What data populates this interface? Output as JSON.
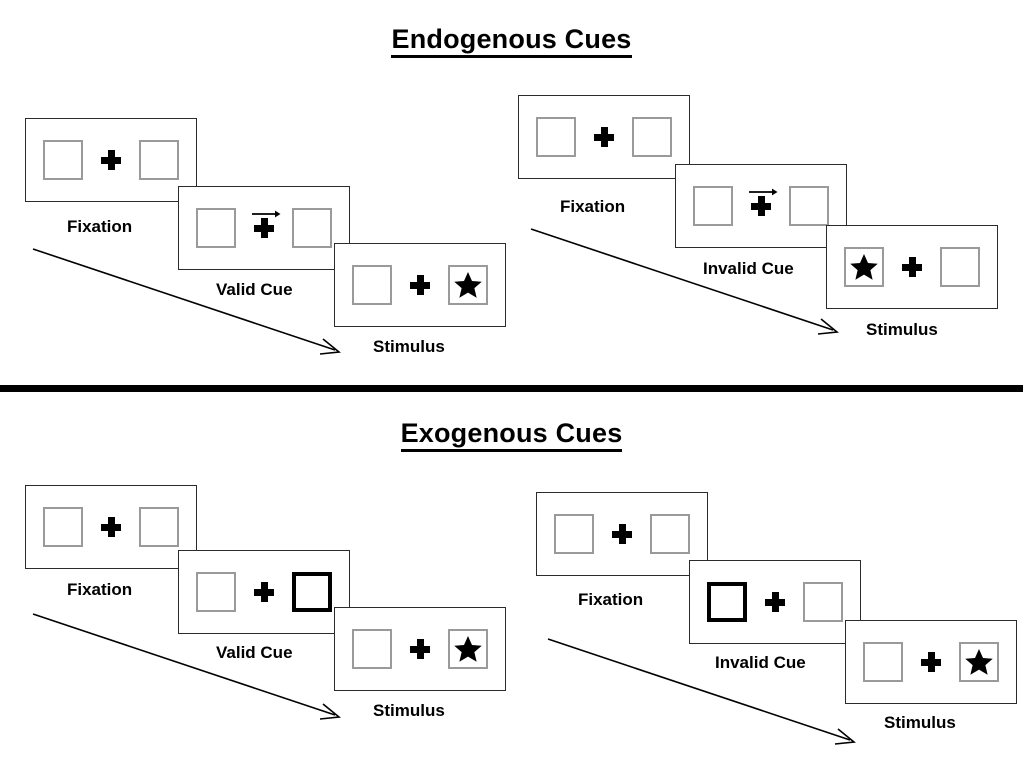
{
  "sections": [
    {
      "id": "endogenous",
      "title": "Endogenous Cues",
      "columns": [
        {
          "id": "endogenous-valid",
          "frames": [
            {
              "id": "endogenous-valid-fixation",
              "caption": "Fixation",
              "left_box": "empty",
              "right_box": "empty",
              "center": "plus",
              "cue_arrow": false
            },
            {
              "id": "endogenous-valid-cue",
              "caption": "Valid Cue",
              "left_box": "empty",
              "right_box": "empty",
              "center": "plus",
              "cue_arrow": true,
              "cue_arrow_direction": "right"
            },
            {
              "id": "endogenous-valid-stimulus",
              "caption": "Stimulus",
              "left_box": "empty",
              "right_box": "star",
              "center": "plus",
              "cue_arrow": false
            }
          ]
        },
        {
          "id": "endogenous-invalid",
          "frames": [
            {
              "id": "endogenous-invalid-fixation",
              "caption": "Fixation",
              "left_box": "empty",
              "right_box": "empty",
              "center": "plus",
              "cue_arrow": false
            },
            {
              "id": "endogenous-invalid-cue",
              "caption": "Invalid Cue",
              "left_box": "empty",
              "right_box": "empty",
              "center": "plus",
              "cue_arrow": true,
              "cue_arrow_direction": "right"
            },
            {
              "id": "endogenous-invalid-stimulus",
              "caption": "Stimulus",
              "left_box": "star",
              "right_box": "empty",
              "center": "plus",
              "cue_arrow": false
            }
          ]
        }
      ]
    },
    {
      "id": "exogenous",
      "title": "Exogenous Cues",
      "columns": [
        {
          "id": "exogenous-valid",
          "frames": [
            {
              "id": "exogenous-valid-fixation",
              "caption": "Fixation",
              "left_box": "empty",
              "right_box": "empty",
              "center": "plus",
              "cue_arrow": false
            },
            {
              "id": "exogenous-valid-cue",
              "caption": "Valid Cue",
              "left_box": "empty",
              "right_box": "cued",
              "center": "plus",
              "cue_arrow": false
            },
            {
              "id": "exogenous-valid-stimulus",
              "caption": "Stimulus",
              "left_box": "empty",
              "right_box": "star",
              "center": "plus",
              "cue_arrow": false
            }
          ]
        },
        {
          "id": "exogenous-invalid",
          "frames": [
            {
              "id": "exogenous-invalid-fixation",
              "caption": "Fixation",
              "left_box": "empty",
              "right_box": "empty",
              "center": "plus",
              "cue_arrow": false
            },
            {
              "id": "exogenous-invalid-cue",
              "caption": "Invalid Cue",
              "left_box": "cued",
              "right_box": "empty",
              "center": "plus",
              "cue_arrow": false
            },
            {
              "id": "exogenous-invalid-stimulus",
              "caption": "Stimulus",
              "left_box": "empty",
              "right_box": "star",
              "center": "plus",
              "cue_arrow": false
            }
          ]
        }
      ]
    }
  ],
  "colors": {
    "box_outline": "#9a9a9a",
    "cued_box_outline": "#000000",
    "panel_outline": "#2b2b2b",
    "ink": "#000000",
    "background": "#ffffff"
  }
}
